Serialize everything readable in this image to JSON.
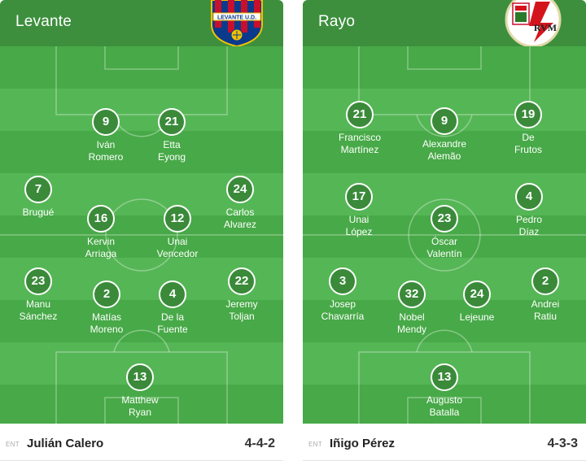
{
  "teams": [
    {
      "name": "Levante",
      "crest_icon": "levante-crest-icon",
      "crest_text": "LEVANTE U.D.",
      "coach_prefix": "ENT",
      "coach": "Julián Calero",
      "formation": "4-4-2",
      "players": [
        {
          "number": "9",
          "name": "Iván\nRomero"
        },
        {
          "number": "21",
          "name": "Etta\nEyong"
        },
        {
          "number": "7",
          "name": "Brugué"
        },
        {
          "number": "24",
          "name": "Carlos\nAlvarez"
        },
        {
          "number": "16",
          "name": "Kervin\nArriaga"
        },
        {
          "number": "12",
          "name": "Unai\nVencedor"
        },
        {
          "number": "23",
          "name": "Manu\nSánchez"
        },
        {
          "number": "2",
          "name": "Matías\nMoreno"
        },
        {
          "number": "4",
          "name": "De la\nFuente"
        },
        {
          "number": "22",
          "name": "Jeremy\nToljan"
        },
        {
          "number": "13",
          "name": "Matthew\nRyan"
        }
      ]
    },
    {
      "name": "Rayo",
      "crest_icon": "rayo-crest-icon",
      "crest_text": "RVM",
      "coach_prefix": "ENT",
      "coach": "Iñigo Pérez",
      "formation": "4-3-3",
      "players": [
        {
          "number": "21",
          "name": "Francisco\nMartínez"
        },
        {
          "number": "9",
          "name": "Alexandre\nAlemão"
        },
        {
          "number": "19",
          "name": "De\nFrutos"
        },
        {
          "number": "17",
          "name": "Unai\nLópez"
        },
        {
          "number": "23",
          "name": "Óscar\nValentín"
        },
        {
          "number": "4",
          "name": "Pedro\nDíaz"
        },
        {
          "number": "3",
          "name": "Josep\nChavarría"
        },
        {
          "number": "32",
          "name": "Nobel\nMendy"
        },
        {
          "number": "24",
          "name": "Lejeune"
        },
        {
          "number": "2",
          "name": "Andrei\nRatiu"
        },
        {
          "number": "13",
          "name": "Augusto\nBatalla"
        }
      ]
    }
  ],
  "colors": {
    "header": "#3d8f3d",
    "pitch_dark": "#47a947",
    "pitch_light": "#55b655",
    "badge": "#3a8a3a",
    "levante_red": "#c8102e",
    "levante_blue": "#0a3a8c",
    "rayo_red": "#d4141c"
  }
}
